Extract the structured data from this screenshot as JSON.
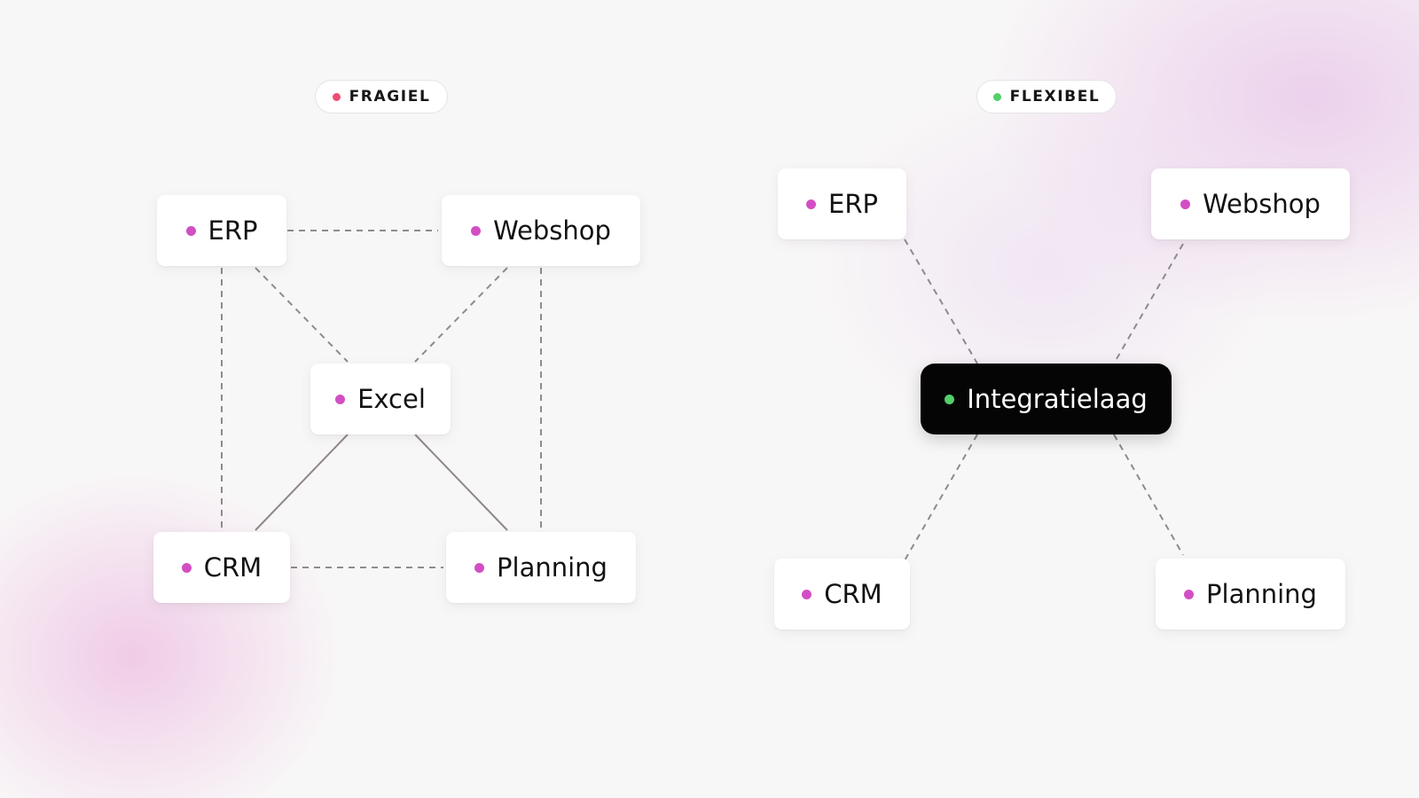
{
  "colors": {
    "node_dot": "#d24fc3",
    "fragile_dot": "#ee4d74",
    "flexible_dot": "#53cf6a",
    "hub_background": "#050505",
    "link": "#8e8a8d"
  },
  "fragile": {
    "badge_label": "FRAGIEL",
    "nodes": {
      "erp": "ERP",
      "webshop": "Webshop",
      "excel": "Excel",
      "crm": "CRM",
      "planning": "Planning"
    }
  },
  "flexible": {
    "badge_label": "FLEXIBEL",
    "nodes": {
      "erp": "ERP",
      "webshop": "Webshop",
      "hub": "Integratielaag",
      "crm": "CRM",
      "planning": "Planning"
    }
  }
}
